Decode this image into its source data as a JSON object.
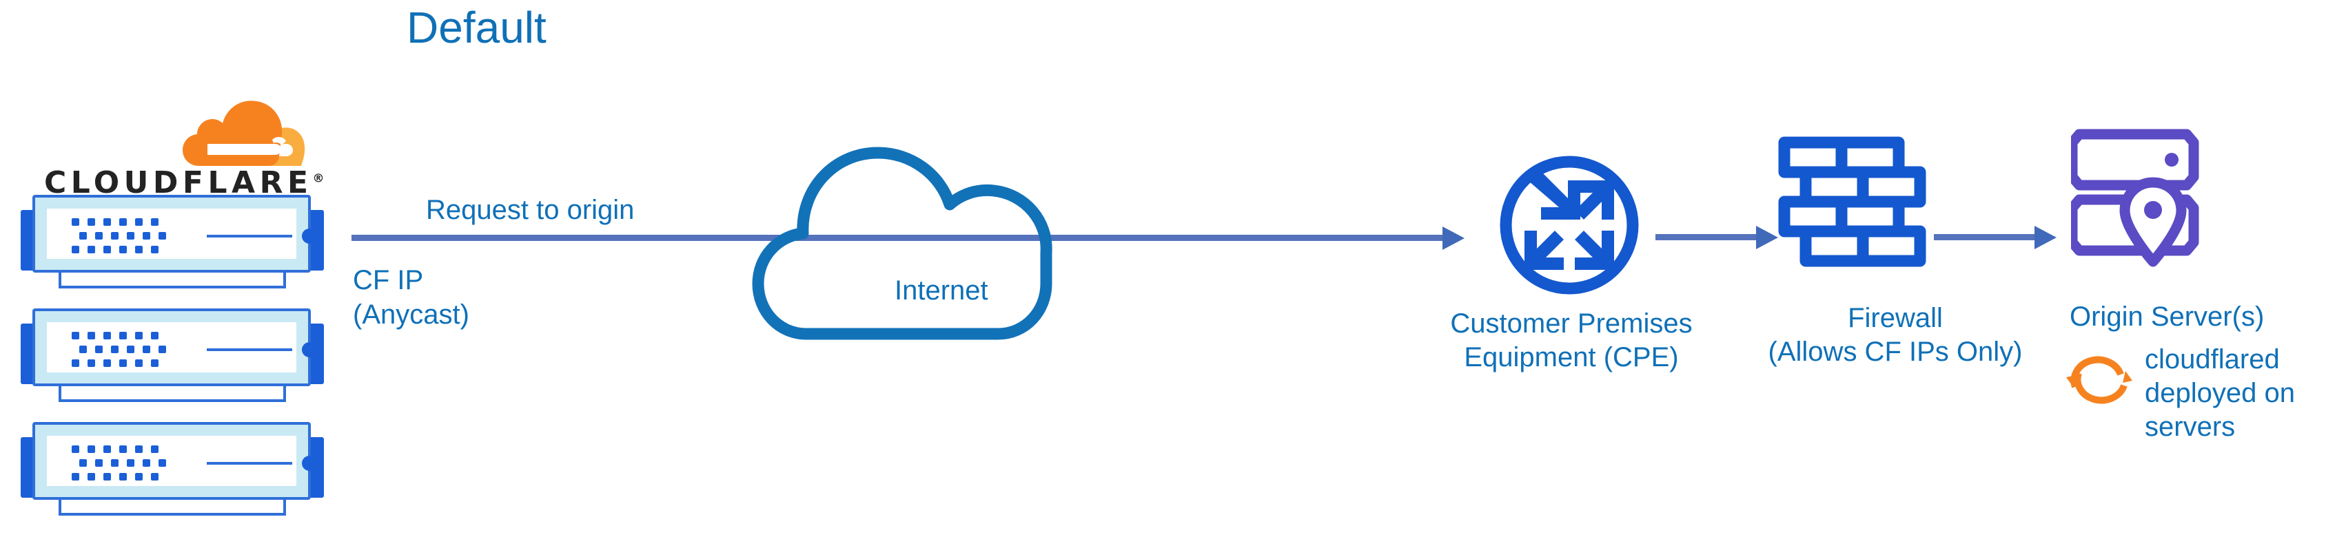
{
  "title": "Default",
  "colors": {
    "text_blue": "#0f70b7",
    "cloudflare_orange": "#f6821f",
    "cloudflare_orange_light": "#faad3f",
    "icon_blue": "#1b5fd8",
    "cloud_blue": "#1272b8",
    "connector_blue": "#5572bd",
    "origin_purple": "#5b4bc4",
    "wordmark_black": "#232323",
    "server_body": "#c9e9f4"
  },
  "logo": {
    "name": "cloudflare-logo",
    "wordmark": "CLOUDFLARE",
    "registered_mark": "®"
  },
  "servers": {
    "name": "cloudflare-edge-servers",
    "count": 3
  },
  "flow": {
    "request_label": "Request to origin",
    "cf_ip_line1": "CF IP",
    "cf_ip_line2": "(Anycast)"
  },
  "nodes": [
    {
      "id": "internet",
      "icon": "cloud-icon",
      "label": "Internet"
    },
    {
      "id": "cpe",
      "icon": "router-icon",
      "label_line1": "Customer Premises",
      "label_line2": "Equipment (CPE)"
    },
    {
      "id": "firewall",
      "icon": "brick-wall-icon",
      "label_line1": "Firewall",
      "label_line2": "(Allows CF IPs Only)"
    },
    {
      "id": "origin",
      "icon": "server-rack-pin-icon",
      "label": "Origin Server(s)",
      "note_icon": "sync-refresh-icon",
      "note_line1": "cloudflared",
      "note_line2": "deployed on",
      "note_line3": "servers"
    }
  ]
}
